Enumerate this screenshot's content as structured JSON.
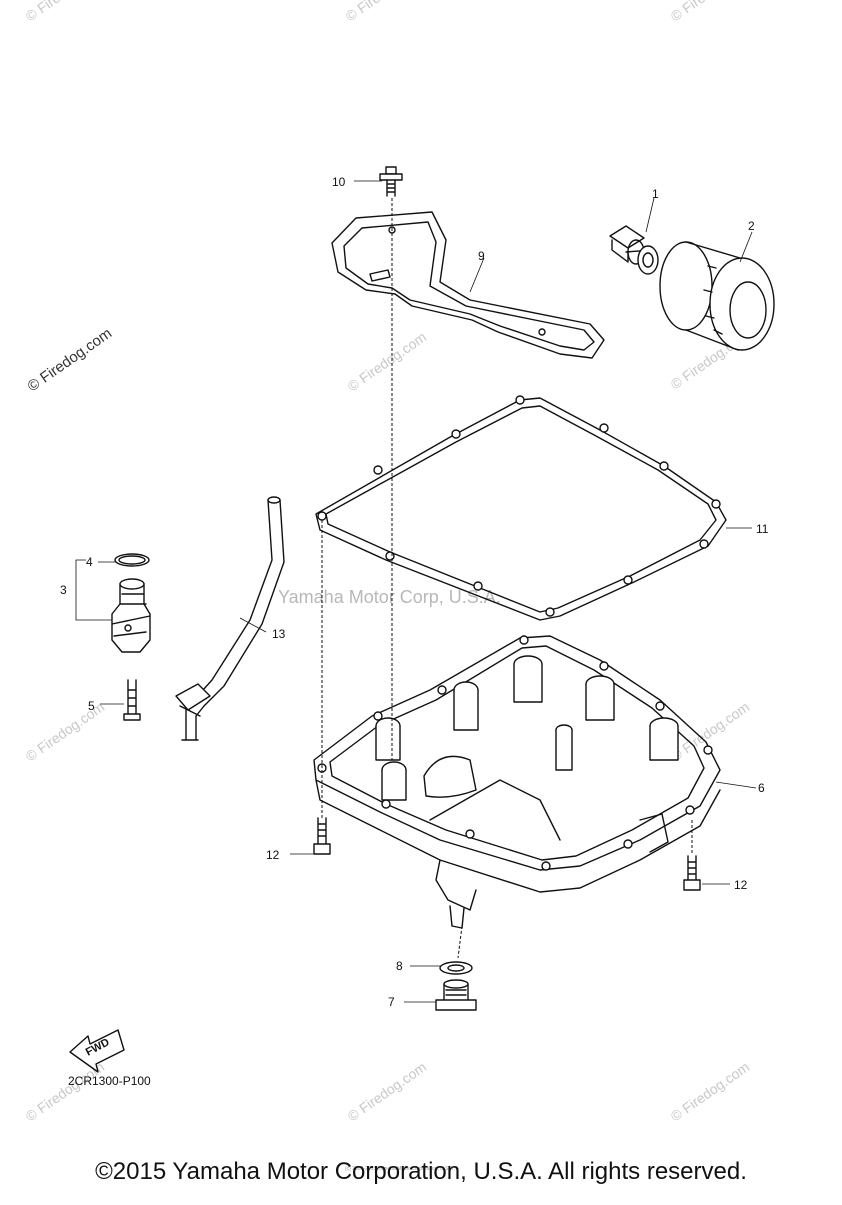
{
  "watermark": {
    "brand": "© Firedog.com",
    "center_mark": "Yamaha Motor Corp, U.S.A."
  },
  "parts": [
    {
      "number": "1",
      "item": "oil-drain-fitting"
    },
    {
      "number": "2",
      "item": "oil-filter"
    },
    {
      "number": "3",
      "item": "oil-level-switch-assembly"
    },
    {
      "number": "4",
      "item": "o-ring"
    },
    {
      "number": "5",
      "item": "bolt"
    },
    {
      "number": "6",
      "item": "oil-pan"
    },
    {
      "number": "7",
      "item": "drain-plug"
    },
    {
      "number": "8",
      "item": "gasket-washer"
    },
    {
      "number": "9",
      "item": "oil-pan-baffle"
    },
    {
      "number": "10",
      "item": "bolt"
    },
    {
      "number": "11",
      "item": "oil-pan-gasket"
    },
    {
      "number": "12",
      "item": "bolt"
    },
    {
      "number": "13",
      "item": "oil-pipe"
    }
  ],
  "callout_12_second": "12",
  "direction_label": "FWD",
  "diagram_code": "2CR1300-P100",
  "tiny_credit": "(c) 2000-2015 Yamaha Motor Corporation, U.S.A.",
  "footer": "©2015 Yamaha Motor Corporation, U.S.A. All rights reserved.",
  "colors": {
    "line": "#111111",
    "watermark": "#c8c8c8",
    "background": "#ffffff"
  }
}
